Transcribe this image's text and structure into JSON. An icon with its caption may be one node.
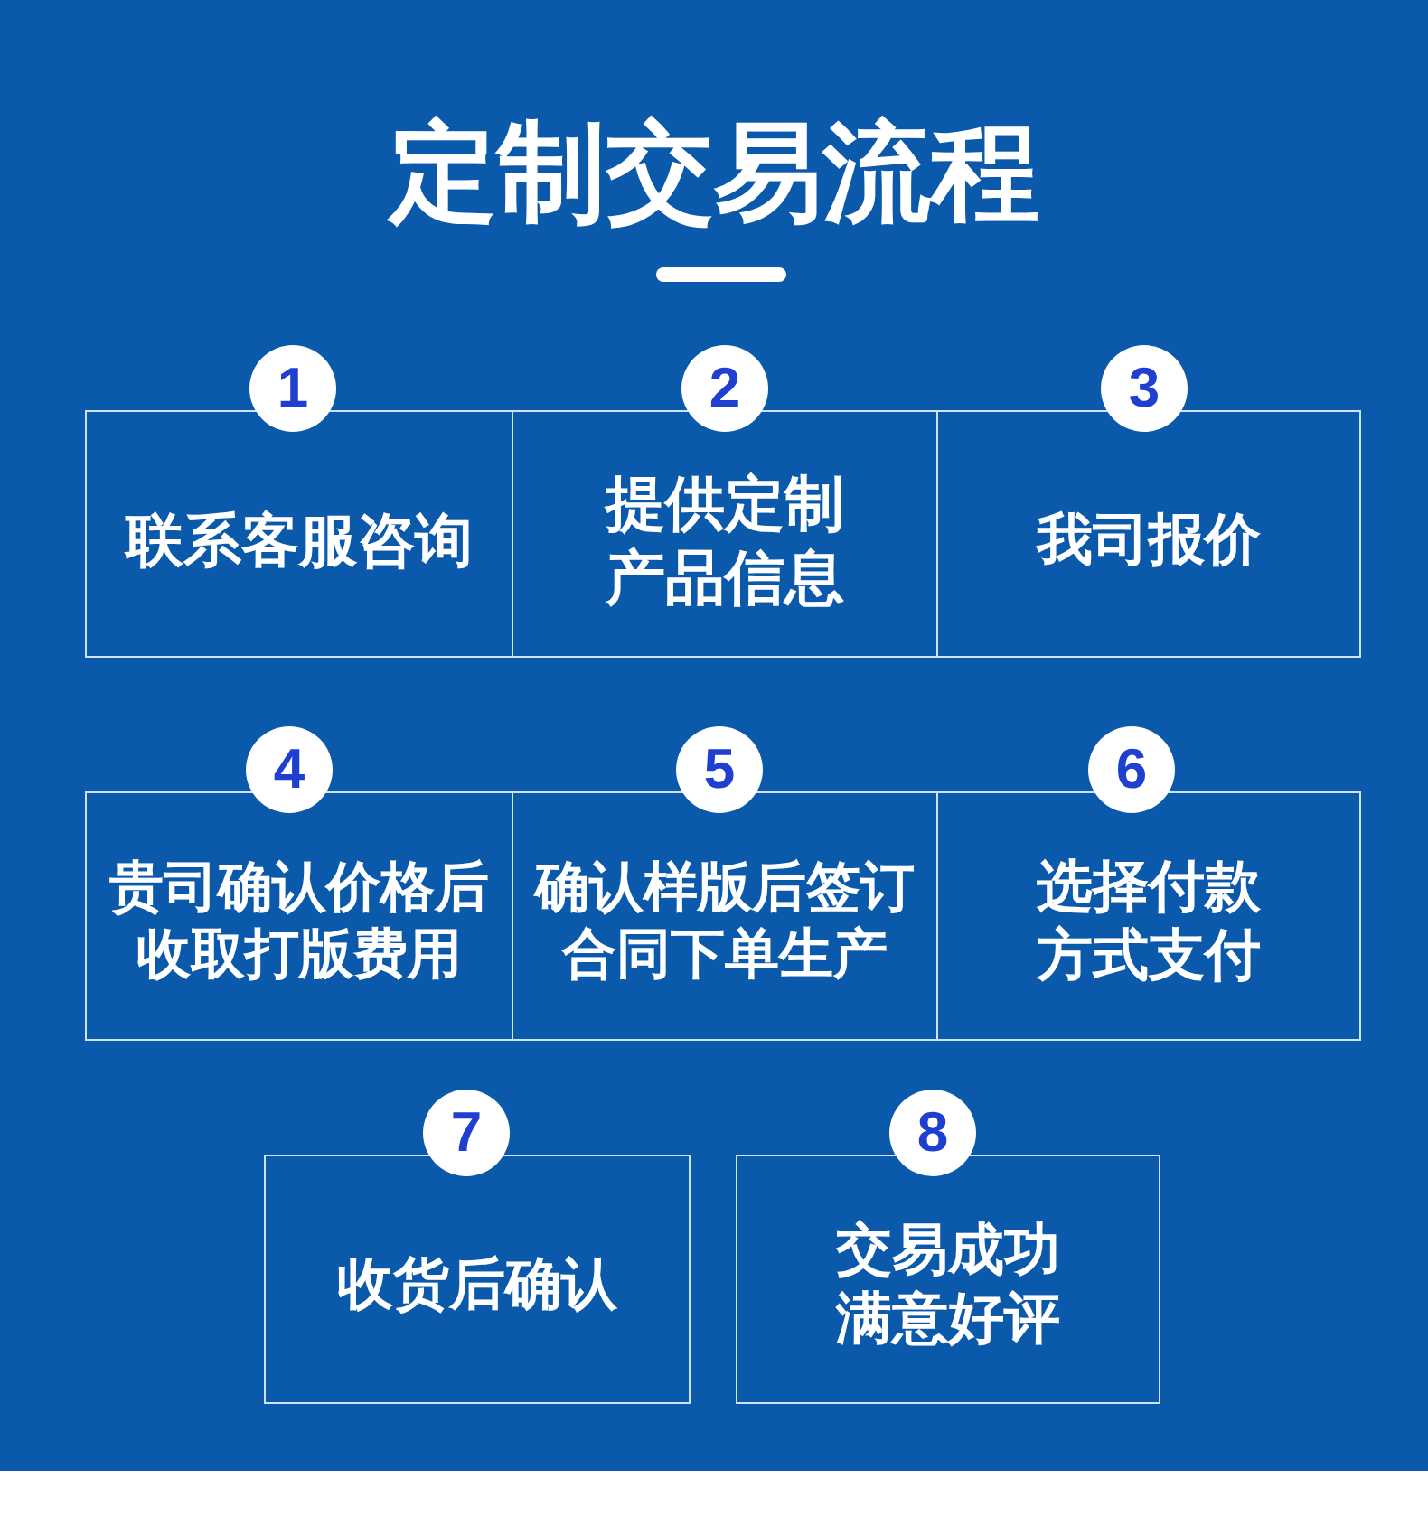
{
  "diagram": {
    "title": "定制交易流程",
    "nodes": [
      {
        "text": [
          "1"
        ]
      },
      {
        "text": [
          "联系客服咨询"
        ]
      },
      {
        "text": [
          "2"
        ]
      },
      {
        "text": [
          "提供定制产品信息"
        ]
      },
      {
        "text": [
          "3"
        ]
      },
      {
        "text": [
          "我司报价"
        ]
      },
      {
        "text": [
          "4"
        ]
      },
      {
        "text": [
          "贵司确认价格后收取打版费用"
        ]
      },
      {
        "text": [
          "5"
        ]
      },
      {
        "text": [
          "确认样版后签订合同下单生产"
        ]
      },
      {
        "text": [
          "6"
        ]
      },
      {
        "text": [
          "选择付款方式支付"
        ]
      },
      {
        "text": [
          "7"
        ]
      },
      {
        "text": [
          "收货后确认"
        ]
      },
      {
        "text": [
          "8"
        ]
      },
      {
        "text": [
          "交易成功满意好评"
        ]
      }
    ]
  }
}
